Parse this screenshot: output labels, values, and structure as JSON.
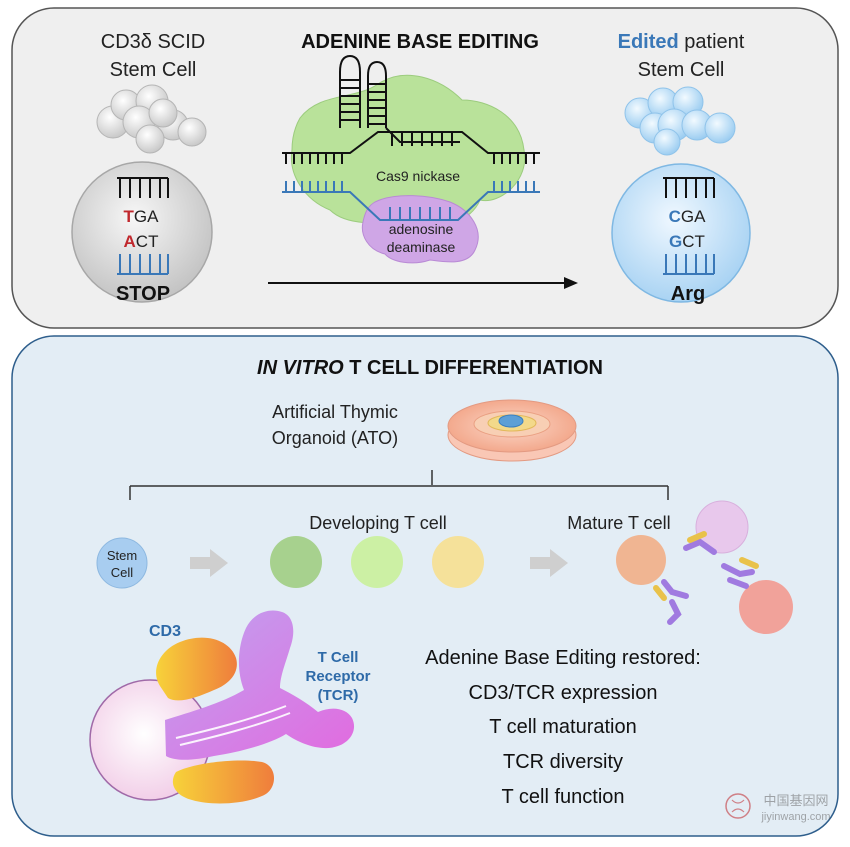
{
  "top_panel": {
    "left_title_line1": "CD3δ SCID",
    "left_title_line2": "Stem Cell",
    "center_title": "ADENINE BASE EDITING",
    "right_title_edited": "Edited",
    "right_title_rest": " patient",
    "right_title_line2": "Stem Cell",
    "left_cell": {
      "codon_top_prefix": "T",
      "codon_top_rest": "GA",
      "codon_bottom_prefix": "A",
      "codon_bottom_rest": "CT",
      "label": "STOP"
    },
    "right_cell": {
      "codon_top_prefix": "C",
      "codon_top_rest": "GA",
      "codon_bottom_prefix": "G",
      "codon_bottom_rest": "CT",
      "label": "Arg"
    },
    "enzyme_label": "Cas9 nickase",
    "deaminase_line1": "adenosine",
    "deaminase_line2": "deaminase"
  },
  "bottom_panel": {
    "title_italic": "IN VITRO",
    "title_rest": " T CELL DIFFERENTIATION",
    "ato_line1": "Artificial Thymic",
    "ato_line2": "Organoid (ATO)",
    "stem_line1": "Stem",
    "stem_line2": "Cell",
    "developing_label": "Developing T cell",
    "mature_label": "Mature T cell",
    "cd3_label": "CD3",
    "tcr_line1": "T Cell",
    "tcr_line2": "Receptor",
    "tcr_line3": "(TCR)",
    "restored_heading": "Adenine Base Editing restored:",
    "restored_items": [
      "CD3/TCR expression",
      "T cell maturation",
      "TCR diversity",
      "T cell function"
    ]
  },
  "watermark": {
    "cn": "中国基因网",
    "url": "jiyinwang.com"
  },
  "colors": {
    "edited_blue": "#3a78b8",
    "mutation_red": "#c0282d",
    "cas9_green": "#b9e29a",
    "deaminase_purple": "#cfa6e6",
    "panel_top_bg": "#efefef",
    "panel_bottom_bg": "#e3edf5"
  }
}
